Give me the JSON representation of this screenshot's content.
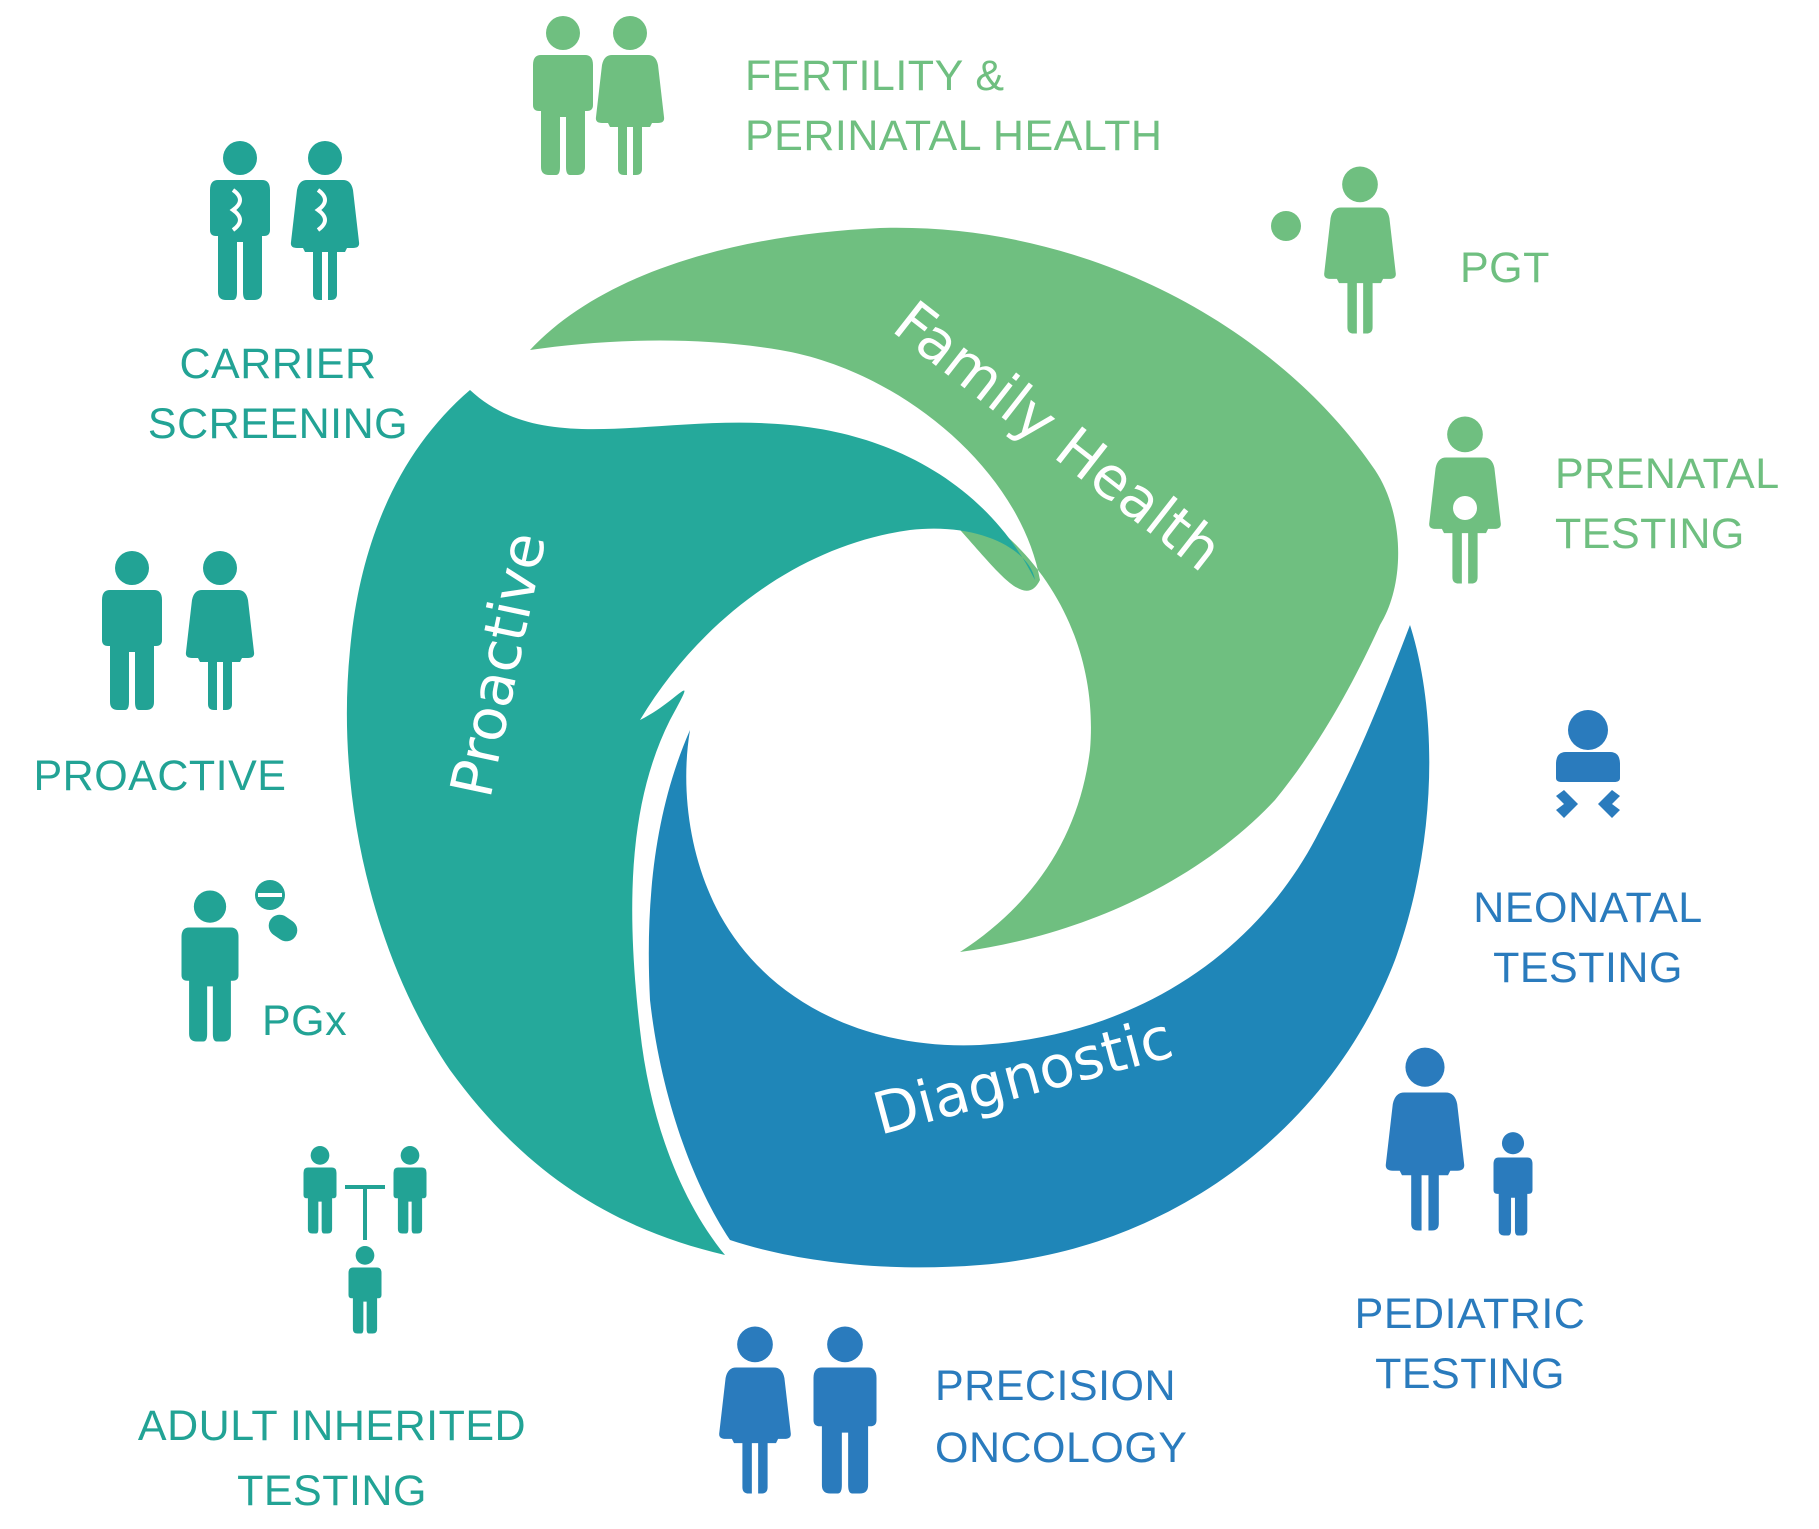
{
  "colors": {
    "green": "#6fbf80",
    "teal": "#25a99b",
    "blue": "#1f86b8",
    "icon_green": "#6fbf80",
    "icon_teal": "#22a395",
    "icon_blue": "#2a7bbd"
  },
  "segments": [
    {
      "label": "Family Health",
      "color": "#6fbf80"
    },
    {
      "label": "Proactive",
      "color": "#25a99b"
    },
    {
      "label": "Diagnostic",
      "color": "#1f86b8"
    }
  ],
  "categories": {
    "fertility": {
      "line1": "FERTILITY &",
      "line2": "PERINATAL HEALTH",
      "icon": "couple-icon"
    },
    "pgt": {
      "line1": "PGT",
      "icon": "woman-embryo-icon"
    },
    "prenatal": {
      "line1": "PRENATAL",
      "line2": "TESTING",
      "icon": "pregnant-woman-icon"
    },
    "neonatal": {
      "line1": "NEONATAL",
      "line2": "TESTING",
      "icon": "baby-icon"
    },
    "pediatric": {
      "line1": "PEDIATRIC",
      "line2": "TESTING",
      "icon": "parent-child-icon"
    },
    "oncology": {
      "line1": "PRECISION",
      "line2": "ONCOLOGY",
      "icon": "doctor-patient-icon"
    },
    "adult": {
      "line1": "ADULT INHERITED",
      "line2": "TESTING",
      "icon": "family-tree-icon"
    },
    "pgx": {
      "line1": "PGx",
      "icon": "person-pills-icon"
    },
    "proactive": {
      "line1": "PROACTIVE",
      "icon": "couple-icon"
    },
    "carrier": {
      "line1": "CARRIER",
      "line2": "SCREENING",
      "icon": "couple-dna-icon"
    }
  }
}
